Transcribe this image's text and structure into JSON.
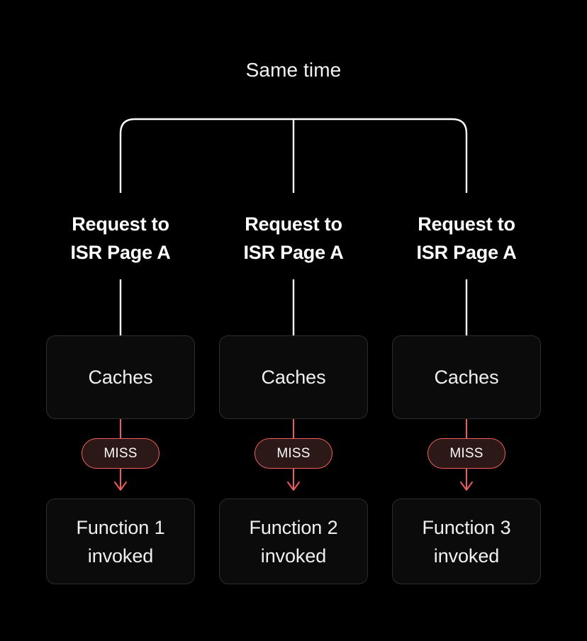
{
  "diagram": {
    "title": "Same time",
    "background_color": "#000000",
    "accent_color": "#ee5c5c",
    "box_border_color": "#2d2d2d",
    "box_fill_color": "#0b0b0b",
    "badge_fill_color": "#2b1817",
    "line_color": "#ffffff",
    "columns": [
      {
        "request_line1": "Request to",
        "request_line2": "ISR Page A",
        "cache_label": "Caches",
        "badge_label": "MISS",
        "function_line1": "Function 1",
        "function_line2": "invoked"
      },
      {
        "request_line1": "Request to",
        "request_line2": "ISR Page A",
        "cache_label": "Caches",
        "badge_label": "MISS",
        "function_line1": "Function 2",
        "function_line2": "invoked"
      },
      {
        "request_line1": "Request to",
        "request_line2": "ISR Page A",
        "cache_label": "Caches",
        "badge_label": "MISS",
        "function_line1": "Function 3",
        "function_line2": "invoked"
      }
    ]
  }
}
